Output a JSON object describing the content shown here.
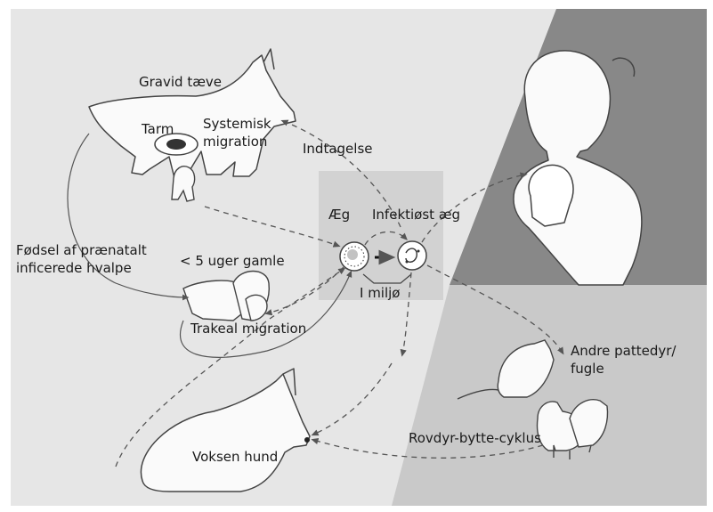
{
  "labels": {
    "pregnant_bitch": "Gravid tæve",
    "intestine": "Tarm",
    "systemic_migration": "Systemisk\nmigration",
    "ingestion": "Indtagelse",
    "egg": "Æg",
    "infective_egg": "Infektiøst æg",
    "birth_infected_pups": "Fødsel af prænatalt\ninficerede hvalpe",
    "under_5_weeks": "< 5 uger gamle",
    "in_environment": "I miljø",
    "tracheal_migration": "Trakeal migration",
    "other_mammals_birds": "Andre pattedyr/\nfugle",
    "predator_prey_cycle": "Rovdyr-bytte-cyklus",
    "adult_dog": "Voksen hund"
  },
  "colors": {
    "page": "#ffffff",
    "panel_light": "#e6e6e6",
    "panel_dark": "#888888",
    "panel_mid": "#c9c9c9",
    "egg_box": "#d2d2d2",
    "arrow": "#555555",
    "text": "#1a1a1a"
  },
  "icons": [
    "dog-icon",
    "puppy-icon",
    "girl-holding-puppy-icon",
    "mouse-icon",
    "bird-icon",
    "egg-icon",
    "infective-egg-icon"
  ]
}
